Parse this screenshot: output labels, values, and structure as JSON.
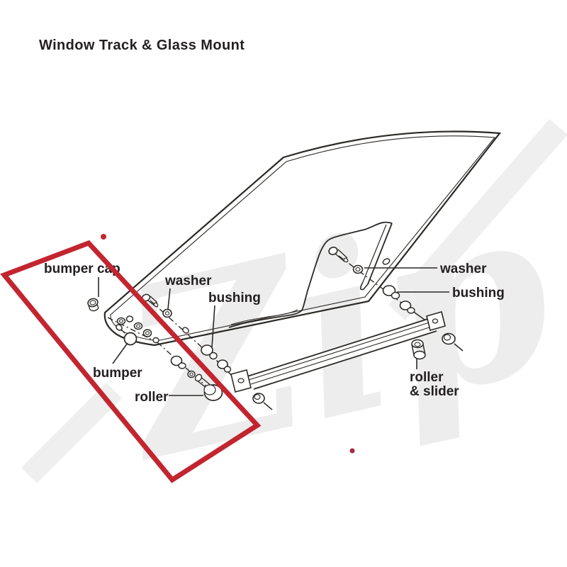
{
  "title": "Window Track & Glass Mount",
  "watermark": {
    "text": "Zip",
    "color": "#ededed",
    "swoosh_color": "#efefef"
  },
  "highlight": {
    "color": "#c32530",
    "dot_top_color": "#c4262c",
    "dot_right_color": "#a62b44"
  },
  "diagram": {
    "line_color": "#2b2926",
    "label_color": "#231f20",
    "labels": {
      "bumper_cap": "bumper cap",
      "washer_left": "washer",
      "bushing_left": "bushing",
      "bumper": "bumper",
      "roller_left": "roller",
      "washer_right": "washer",
      "bushing_right": "bushing",
      "roller_slider_line1": "roller",
      "roller_slider_line2": "& slider"
    }
  }
}
